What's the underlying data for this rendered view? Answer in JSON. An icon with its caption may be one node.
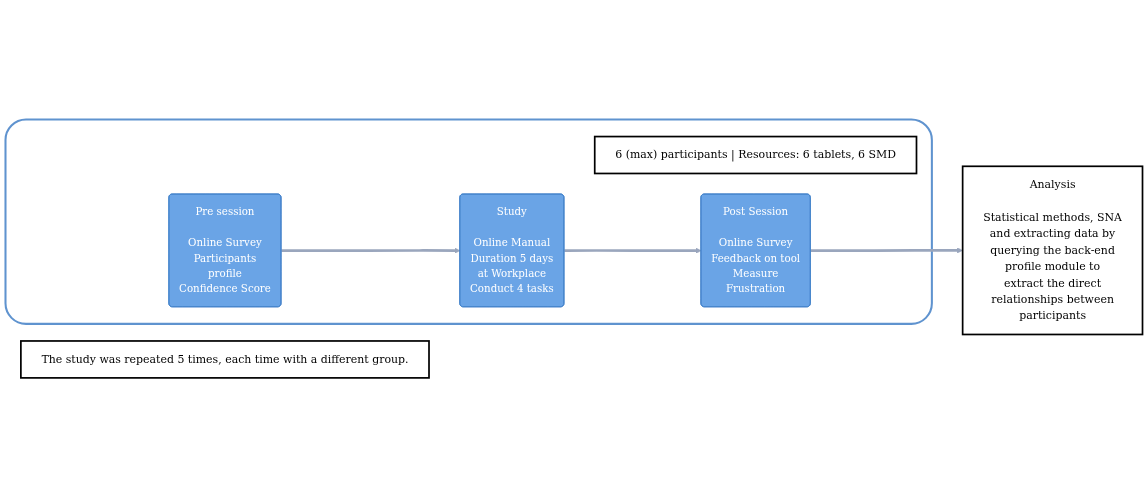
{
  "diagram": {
    "nodes": [
      {
        "text": [],
        "shape": "box"
      },
      {
        "text": [
          "6 (max) participants | Resources: 6 tablets, 6 SMD"
        ],
        "in": 0
      },
      {
        "text": [
          "Pre session",
          "Online Survey",
          "Participants profile",
          "Confidence Score"
        ],
        "in": 0
      },
      {
        "text": [
          "Study",
          "Online Manual",
          "Duration 5 days at Workplace",
          "Conduct 4 tasks"
        ],
        "in": 0
      },
      {
        "text": [
          "Post Session",
          "Online Survey",
          "Feedback on tool",
          "Measure Frustration"
        ],
        "in": 0
      },
      {
        "text": [
          "Analysis",
          "Statistical methods, SNA and extracting data by querying the back-end profile module to extract the direct relationships between participants"
        ]
      },
      {
        "text": [
          "The study was repeated 5 times, each time with a different group."
        ]
      }
    ],
    "edges": [
      {
        "from": 2,
        "to": 3,
        "arrow": "to"
      },
      {
        "from": 3,
        "to": 4,
        "arrow": "to"
      },
      {
        "from": 4,
        "to": 5,
        "arrow": "to"
      }
    ]
  }
}
